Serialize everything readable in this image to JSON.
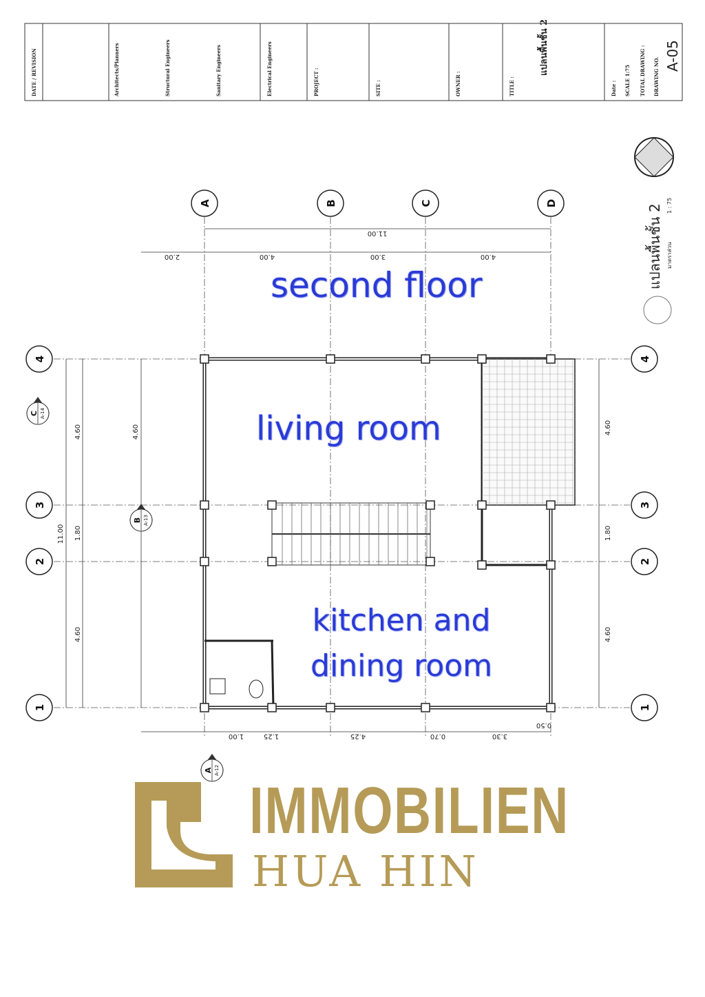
{
  "title_block": {
    "revision": "DATE / REVISION",
    "architects": "Architects/Planners",
    "structural": "Structural Engineers",
    "sanitary": "Sanitary Engineers",
    "electrical": "Electrical Engineers",
    "project": "PROJECT :",
    "site": "SITE :",
    "owner": "OWNER :",
    "title": "TITLE :",
    "title_value": "แปลนพื้นชั้น 2",
    "date": "Date :",
    "scale": "SCALE   1:75",
    "total": "TOTAL DRAWING :",
    "drawing_no_label": "DRAWING NO.",
    "drawing_no": "A-05"
  },
  "plan_title": {
    "name": "แปลนพื้นชั้น 2",
    "scale_label": "มาตราส่วน",
    "scale": "1 : 75"
  },
  "grid": {
    "columns": [
      "A",
      "B",
      "C",
      "D"
    ],
    "rows": [
      "4",
      "3",
      "2",
      "1"
    ]
  },
  "dimensions": {
    "top_total": "11.00",
    "top": [
      "2.00",
      "4.00",
      "3.00",
      "4.00"
    ],
    "left_total": "11.00",
    "left": [
      "4.60",
      "1.80",
      "4.60"
    ],
    "right": [
      "4.60",
      "1.80",
      "4.60"
    ],
    "bottom": [
      "1.00",
      "1.25",
      "4.25",
      "0.70",
      "3.30",
      "0.50"
    ]
  },
  "section_marks": [
    {
      "letter": "C",
      "sheet": "A-14"
    },
    {
      "letter": "B",
      "sheet": "A-13"
    },
    {
      "letter": "A",
      "sheet": "A-12"
    }
  ],
  "overlays": {
    "floor": "second floor",
    "living": "living room",
    "kitchen": "kitchen and dining room"
  },
  "logo": {
    "line1": "IMMOBILIEN",
    "line2": "HUA HIN",
    "color": "#b59b57"
  },
  "colors": {
    "overlay_text": "#2a3ad6",
    "line": "#222222"
  }
}
